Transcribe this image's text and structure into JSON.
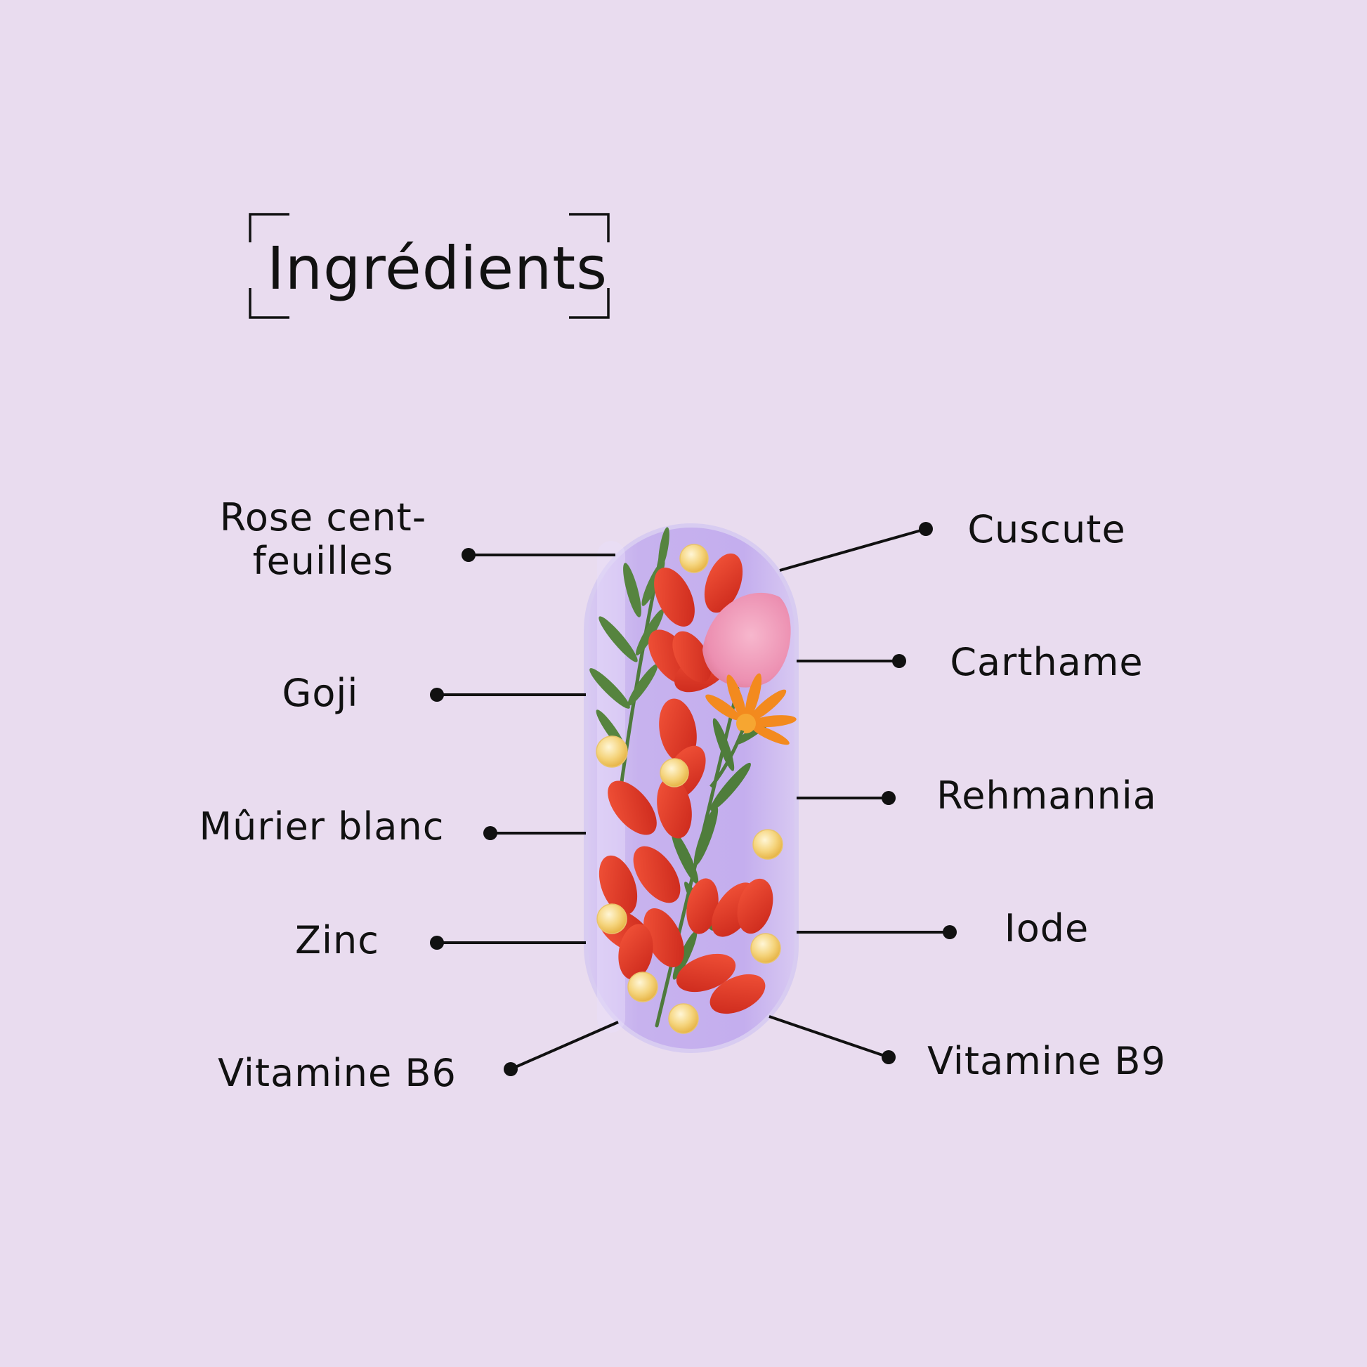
{
  "title": "Ingrédients",
  "left_ingredients": [
    "Rose cent-\nfeuilles",
    "Goji",
    "Mûrier blanc",
    "Zinc",
    "Vitamine B6"
  ],
  "right_ingredients": [
    "Cuscute",
    "Carthame",
    "Rehmannia",
    "Iode",
    "Vitamine B9"
  ],
  "colors": {
    "background": "#e9dcef",
    "text": "#111111",
    "capsule": "#c9b4ee",
    "goji": "#e0341f",
    "rose_petal": "#ee93b4",
    "safflower": "#f38a1e",
    "leaf": "#4e7a3c",
    "pearl": "#f5d47c"
  },
  "icons": {
    "title_frame": "corner-bracket-frame",
    "capsule": "herbal-capsule-illustration"
  }
}
